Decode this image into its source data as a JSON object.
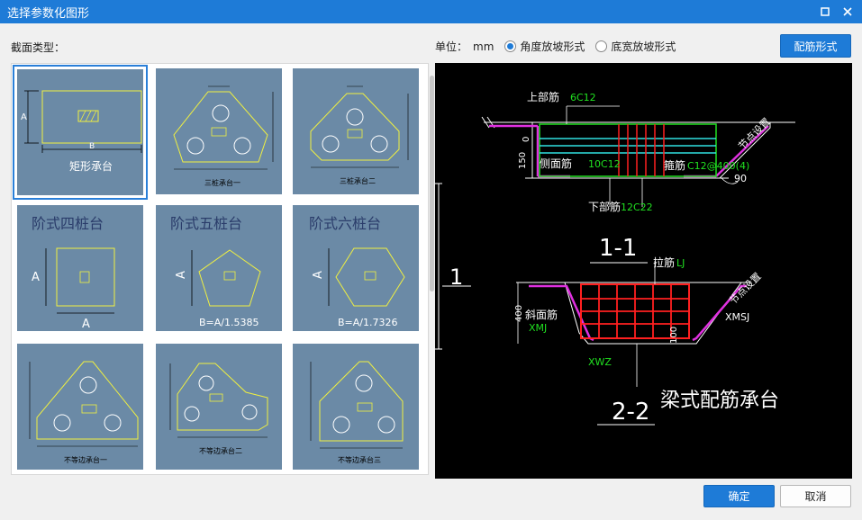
{
  "window": {
    "title": "选择参数化图形",
    "maximize_icon": "maximize-icon",
    "close_icon": "close-icon"
  },
  "toolbar": {
    "section_label": "截面类型：",
    "unit_label": "单位：",
    "unit_value": "mm",
    "radio_options": [
      {
        "label": "角度放坡形式",
        "selected": true
      },
      {
        "label": "底宽放坡形式",
        "selected": false
      }
    ],
    "rebar_button": "配筋形式"
  },
  "shapes": [
    {
      "label": "矩形承台",
      "selected": true
    },
    {
      "label": "三桩承台一",
      "selected": false
    },
    {
      "label": "三桩承台二",
      "selected": false
    },
    {
      "label": "阶式四桩台",
      "selected": false
    },
    {
      "label": "阶式五桩台",
      "caption": "B=A/1.5385",
      "selected": false
    },
    {
      "label": "阶式六桩台",
      "caption": "B=A/1.7326",
      "selected": false
    },
    {
      "label": "不等边承台一",
      "selected": false
    },
    {
      "label": "不等边承台二",
      "selected": false
    },
    {
      "label": "不等边承台三",
      "selected": false
    }
  ],
  "dims": {
    "A": "A",
    "B": "B"
  },
  "preview": {
    "top_bar_label": "上部筋",
    "top_bar_value": "6C12",
    "side_bar_label": "侧面筋",
    "side_bar_value": "10C12",
    "stirrup_label": "箍筋",
    "stirrup_value": "C12@400(4)",
    "bottom_bar_label": "下部筋",
    "bottom_bar_value": "12C22",
    "node_setting": "节点设置",
    "angle": "90",
    "dim_0": "0",
    "dim_150": "150",
    "dim_400": "400",
    "dim_100": "100",
    "section_1_1": "1-1",
    "section_2_2": "2-2",
    "section_1": "1",
    "tie_label": "拉筋",
    "tie_value": "LJ",
    "slope_label": "斜面筋",
    "slope_value": "XMJ",
    "xmsj": "XMSJ",
    "xwz": "XWZ",
    "title": "梁式配筋承台"
  },
  "footer": {
    "ok": "确定",
    "cancel": "取消"
  },
  "colors": {
    "accent": "#1e7bd7",
    "thumb_bg": "#6b8aa6",
    "cad_yellow": "#f0f040",
    "cad_red": "#ff2020",
    "cad_green": "#20e020",
    "cad_magenta": "#e030e0",
    "cad_cyan": "#30e0e0"
  }
}
